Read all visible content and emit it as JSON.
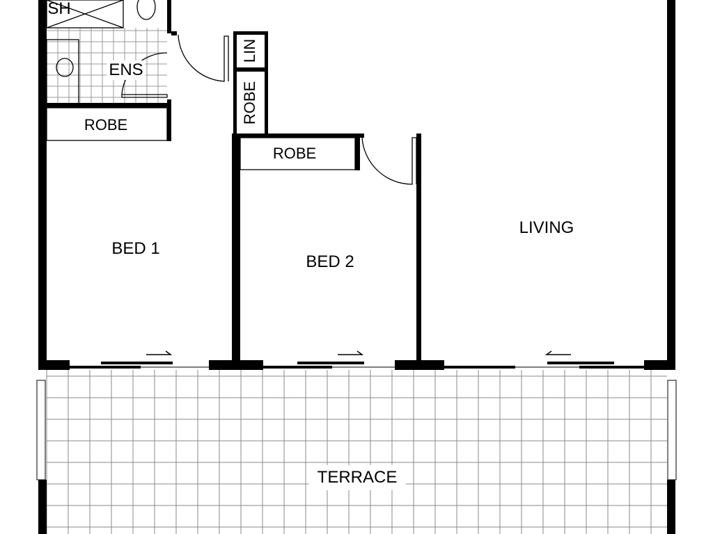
{
  "rooms": {
    "shower": "SH",
    "ensuite": "ENS",
    "linen": "LIN",
    "robe_hall": "ROBE",
    "robe_bed1": "ROBE",
    "robe_bed2": "ROBE",
    "bed1": "BED 1",
    "bed2": "BED 2",
    "living": "LIVING",
    "terrace": "TERRACE"
  },
  "colors": {
    "wall": "#000000",
    "grid": "#888888",
    "background": "#ffffff"
  }
}
